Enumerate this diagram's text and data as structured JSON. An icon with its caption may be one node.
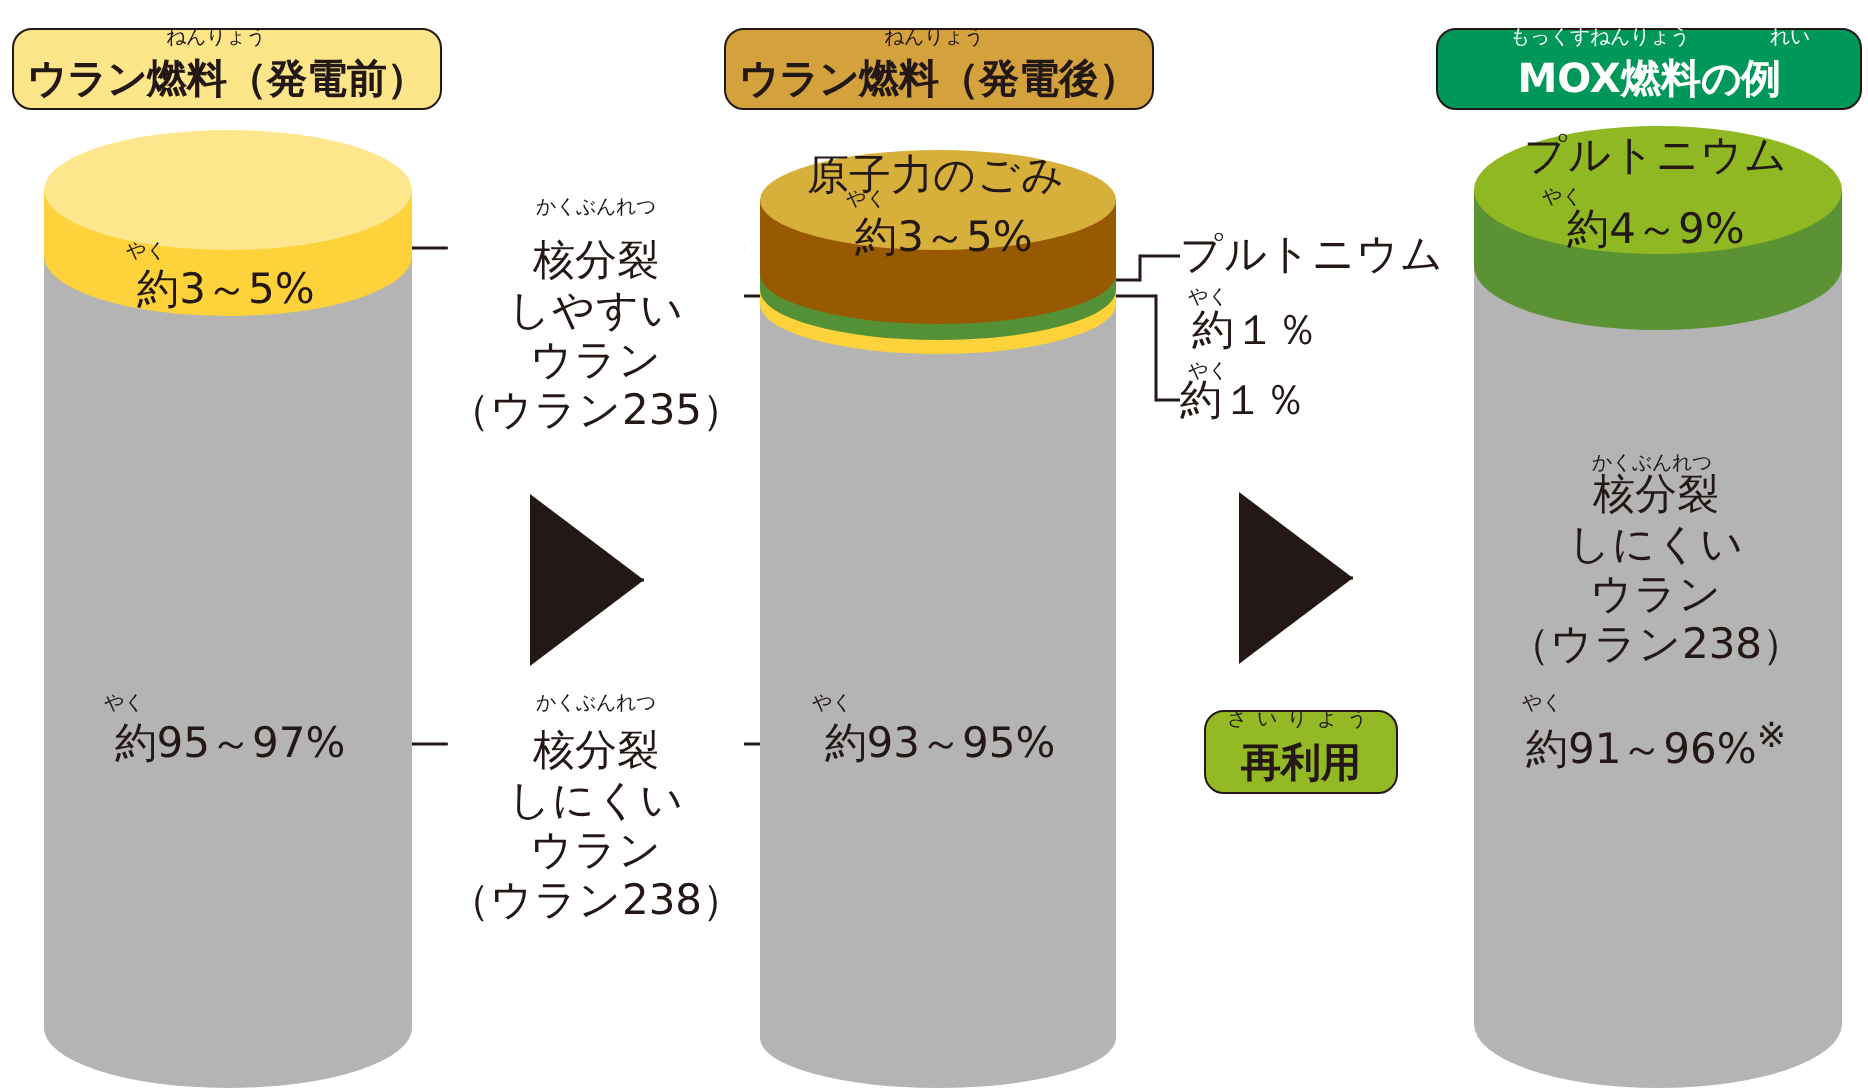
{
  "diagram": {
    "nodes": [
      {
        "text": [
          "ウラン燃料（発電前）"
        ]
      },
      {
        "text": [
          "ウラン燃料（発電後）"
        ]
      },
      {
        "text": [
          "MOX燃料の例"
        ]
      },
      {
        "text": [],
        "shape": "cylinder"
      },
      {
        "text": [
          "約3～5%"
        ],
        "in": 3
      },
      {
        "text": [
          "約95～97%"
        ],
        "in": 3
      },
      {
        "text": [],
        "shape": "cylinder"
      },
      {
        "text": [
          "原子力のごみ",
          "約3～5%"
        ],
        "in": 6
      },
      {
        "text": [],
        "shape": "bar",
        "in": 6
      },
      {
        "text": [],
        "shape": "bar",
        "in": 6
      },
      {
        "text": [
          "約93～95%"
        ],
        "in": 6
      },
      {
        "text": [],
        "shape": "cylinder"
      },
      {
        "text": [
          "プルトニウム",
          "約4～9%"
        ],
        "in": 11
      },
      {
        "text": [
          "核分裂しにくいウラン（ウラン238）",
          "約91～96%$^{※}$"
        ],
        "in": 11
      },
      {
        "text": [
          "核分裂しやすいウラン（ウラン235）"
        ]
      },
      {
        "text": [
          "核分裂しにくいウラン（ウラン238）"
        ]
      },
      {
        "text": [
          "プルトニウム",
          "約１％"
        ]
      },
      {
        "text": [
          "約１％"
        ]
      },
      {
        "text": [
          "再利用"
        ]
      }
    ],
    "edges": [
      {
        "from": 14,
        "to": 4,
        "arrow": "none"
      },
      {
        "from": 14,
        "to": 9,
        "arrow": "none"
      },
      {
        "from": 15,
        "to": 5,
        "arrow": "none"
      },
      {
        "from": 15,
        "to": 10,
        "arrow": "none"
      },
      {
        "from": 16,
        "to": 8,
        "arrow": "none"
      },
      {
        "from": 17,
        "to": 9,
        "arrow": "none"
      },
      {
        "from": 3,
        "to": 6,
        "arrow": "to"
      },
      {
        "from": 6,
        "to": 11,
        "arrow": "to"
      }
    ],
    "labels": [
      "ねんりょう",
      "ねんりょう",
      "もっくすねんりょう",
      "れい",
      "かくぶんれつ",
      "やく",
      "やく",
      "やく",
      "やく",
      "やく",
      "かくぶんれつ",
      "やく",
      "かくぶんれつ",
      "やく",
      "さいりよう",
      "やく"
    ]
  }
}
